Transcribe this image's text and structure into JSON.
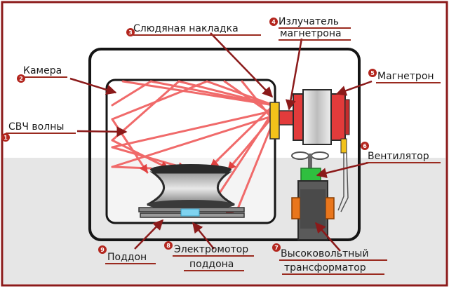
{
  "labels": {
    "mica_cover": "Слюдяная накладка",
    "emitter_line1": "Излучатель",
    "emitter_line2": "магнетрона",
    "chamber": "Камера",
    "magnetron": "Магнетрон",
    "microwaves": "СВЧ волны",
    "fan": "Вентилятор",
    "tray": "Поддон",
    "tray_motor_line1": "Электромотор",
    "tray_motor_line2": "поддона",
    "transformer_line1": "Высоковольтный",
    "transformer_line2": "трансформатор"
  },
  "badges": {
    "microwaves": "1",
    "chamber": "2",
    "mica_cover": "3",
    "emitter": "4",
    "magnetron": "5",
    "fan": "6",
    "transformer": "7",
    "tray_motor": "8",
    "tray": "9"
  },
  "colors": {
    "frame": "#8b1a1a",
    "beam": "#f06a6a",
    "label_underline": "#9a2a1f",
    "badge": "#b3261e",
    "magnetron": "#e23b3b",
    "fan_base": "#2fbf3f",
    "transformer_core": "#5a5a5a",
    "transformer_coil": "#e9761c",
    "mica": "#f2c21a",
    "motor": "#7fd3f0"
  }
}
